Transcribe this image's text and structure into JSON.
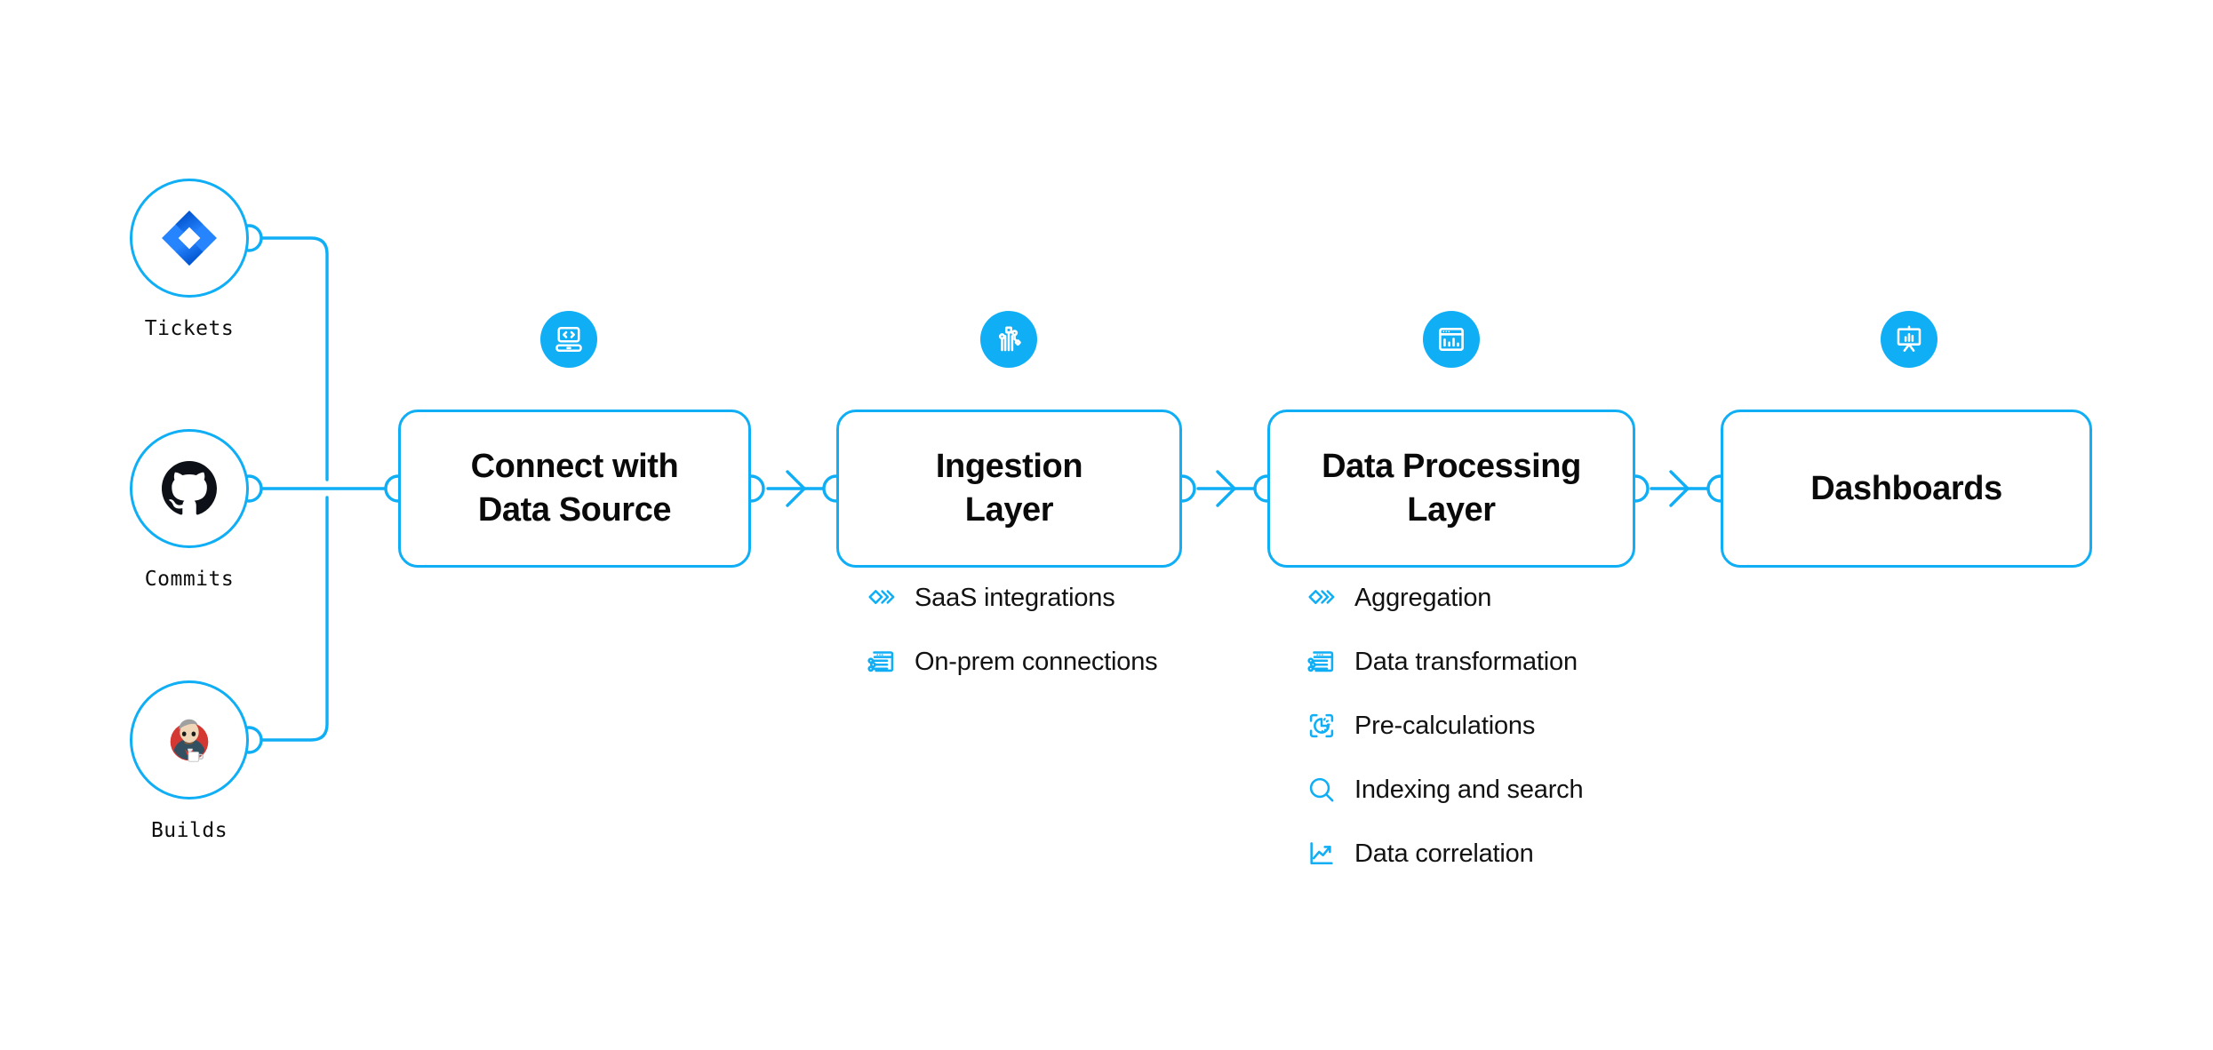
{
  "theme": {
    "accent": "#0FAEF5",
    "badge_fill": "#0FAEF5",
    "text": "#0a0a0a",
    "background": "#ffffff",
    "jira_blue": "#2684FF",
    "jira_blue_dark": "#0052CC",
    "github_black": "#1B1F23",
    "jenkins_red": "#D33833"
  },
  "sources": [
    {
      "label": "Tickets",
      "icon": "jira-icon"
    },
    {
      "label": "Commits",
      "icon": "github-icon"
    },
    {
      "label": "Builds",
      "icon": "jenkins-icon"
    }
  ],
  "stages": [
    {
      "title": "Connect with\nData Source",
      "title_line1": "Connect with",
      "title_line2": "Data Source",
      "badge_icon": "laptop-code-icon",
      "features": []
    },
    {
      "title": "Ingestion\nLayer",
      "title_line1": "Ingestion",
      "title_line2": "Layer",
      "badge_icon": "circuit-nodes-icon",
      "features": [
        {
          "label": "SaaS integrations",
          "icon": "layers-chevron-icon"
        },
        {
          "label": "On-prem connections",
          "icon": "window-sliders-icon"
        }
      ]
    },
    {
      "title": "Data Processing\nLayer",
      "title_line1": "Data Processing",
      "title_line2": "Layer",
      "badge_icon": "window-barchart-icon",
      "features": [
        {
          "label": "Aggregation",
          "icon": "layers-chevron-icon"
        },
        {
          "label": "Data transformation",
          "icon": "window-sliders-icon"
        },
        {
          "label": "Pre-calculations",
          "icon": "gauge-square-icon"
        },
        {
          "label": "Indexing and search",
          "icon": "magnifier-icon"
        },
        {
          "label": "Data correlation",
          "icon": "line-chart-icon"
        }
      ]
    },
    {
      "title": "Dashboards",
      "title_line1": "Dashboards",
      "title_line2": "",
      "badge_icon": "presentation-chart-icon",
      "features": []
    }
  ],
  "connectors": {
    "arrow_icon": "chevron-arrow-right-icon",
    "port_icon": "connector-port-circle"
  }
}
